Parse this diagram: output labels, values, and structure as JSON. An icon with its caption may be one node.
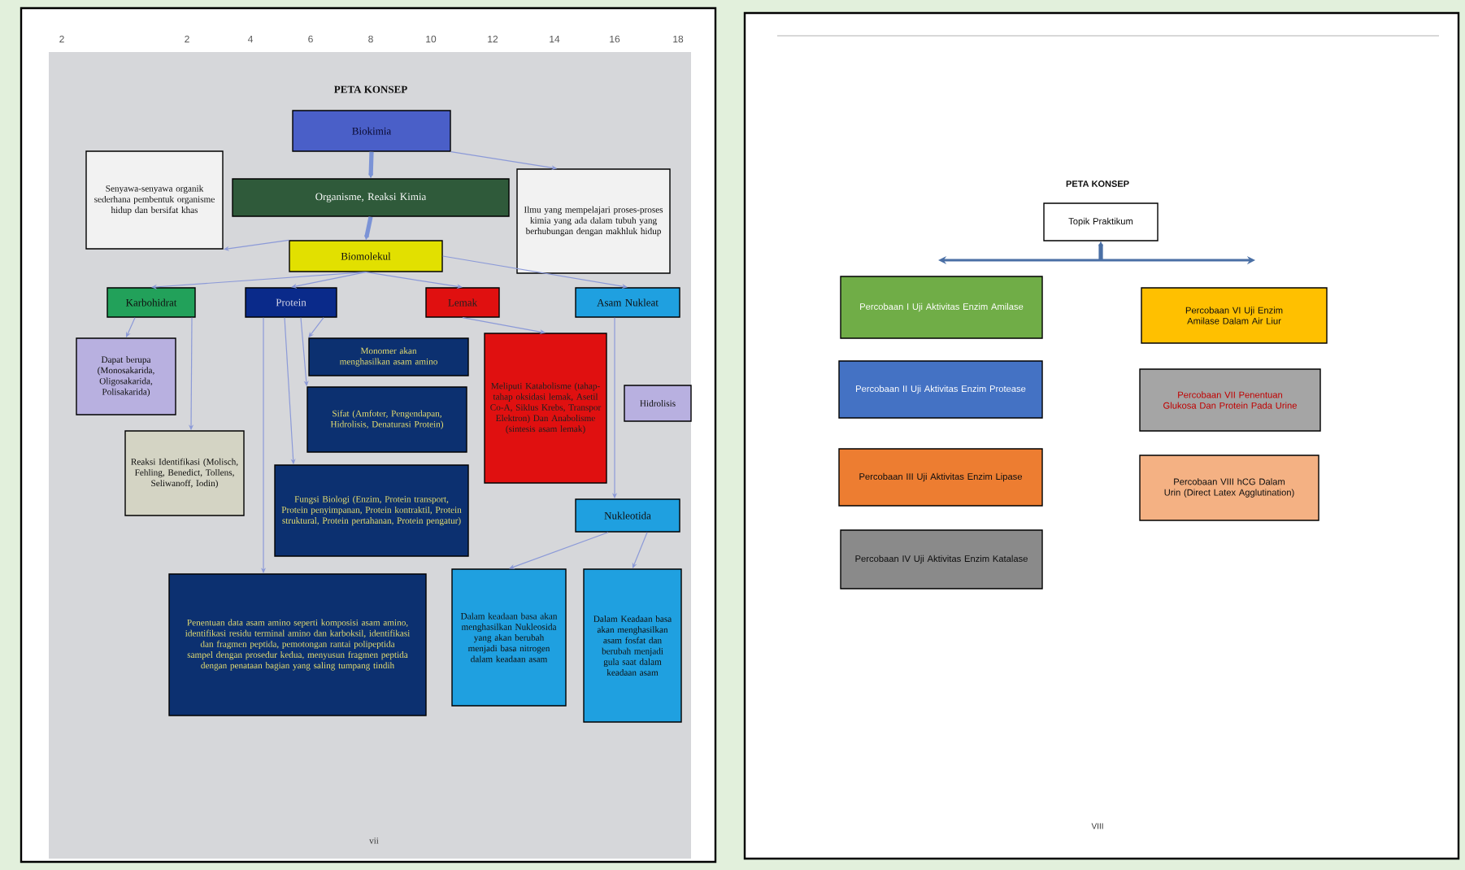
{
  "diagram": {
    "nodes": [
      {
        "text": [
          "Biokimia"
        ]
      },
      {
        "text": [
          "Organisme, Reaksi Kimia"
        ]
      },
      {
        "text": [
          "Biomolekul"
        ]
      },
      {
        "text": [
          "Senyawa-senyawa organik sederhana pembentuk organisme hidup dan bersifat khas"
        ]
      },
      {
        "text": [
          "Ilmu yang mempelajari proses-proses kimia yang ada dalam tubuh yang berhubungan dengan makhluk hidup"
        ]
      },
      {
        "text": [
          "Karbohidrat"
        ]
      },
      {
        "text": [
          "Protein"
        ]
      },
      {
        "text": [
          "Lemak"
        ]
      },
      {
        "text": [
          "Asam Nukleat"
        ]
      },
      {
        "text": [
          "Dapat berupa (Monosakarida, Oligosakarida, Polisakarida)"
        ]
      },
      {
        "text": [
          "Reaksi Identifikasi (Molisch, Fehling, Benedict, Tollens, Seliwanoff, Iodin)"
        ]
      },
      {
        "text": [
          "Monomer akan menghasilkan asam amino"
        ]
      },
      {
        "text": [
          "Sifat (Amfoter, Pengendapan, Hidrolisis, Denaturasi Protein)"
        ]
      },
      {
        "text": [
          "Fungsi Biologi (Enzim, Protein transport, Protein penyimpanan, Protein kontraktil, Protein struktural, Protein pertahanan, Protein pengatur)"
        ]
      },
      {
        "text": [
          "Penentuan data asam amino seperti komposisi asam amino, identifikasi residu terminal amino dan karboksil, identifikasi dan fragmen peptida, pemotongan rantai polipeptida sampel dengan prosedur kedua, menyusun fragmen peptida dengan penataan bagian yang saling tumpang tindih"
        ]
      },
      {
        "text": [
          "Meliputi Katabolisme (tahap-tahap oksidasi lemak, Asetil Co-A, Siklus Krebs, Transpor Elektron) Dan Anabolisme (sintesis asam lemak)"
        ]
      },
      {
        "text": [
          "Hidrolisis"
        ]
      },
      {
        "text": [
          "Nukleotida"
        ]
      },
      {
        "text": [
          "Dalam keadaan basa akan menghasilkan Nukleosida yang akan berubah menjadi basa nitrogen dalam keadaan asam"
        ]
      },
      {
        "text": [
          "Dalam Keadaan basa akan menghasilkan asam fosfat dan berubah menjadi gula saat dalam keadaan asam"
        ]
      },
      {
        "text": [
          "Topik Praktikum"
        ]
      },
      {
        "text": [
          "Percobaan I Uji Aktivitas Enzim Amilase"
        ]
      },
      {
        "text": [
          "Percobaan II Uji Aktivitas Enzim Protease"
        ]
      },
      {
        "text": [
          "Percobaan III Uji Aktivitas Enzim Lipase"
        ]
      },
      {
        "text": [
          "Percobaan IV Uji Aktivitas Enzim Katalase"
        ]
      },
      {
        "text": [
          "Percobaan VI Uji Enzim Amilase Dalam Air Liur"
        ]
      },
      {
        "text": [
          "Percobaan VII Penentuan Glukosa Dan Protein Pada Urine"
        ]
      },
      {
        "text": [
          "Percobaan VIII hCG Dalam Urin (Direct Latex Agglutination)"
        ]
      }
    ],
    "edges": [
      {
        "from": 0,
        "to": 1,
        "arrow": "to",
        "style": "thick"
      },
      {
        "from": 1,
        "to": 2,
        "arrow": "to",
        "style": "thick"
      },
      {
        "from": 0,
        "to": 4,
        "arrow": "to"
      },
      {
        "from": 2,
        "to": 3,
        "arrow": "to"
      },
      {
        "from": 2,
        "to": 5,
        "arrow": "to"
      },
      {
        "from": 2,
        "to": 6,
        "arrow": "to"
      },
      {
        "from": 2,
        "to": 7,
        "arrow": "to"
      },
      {
        "from": 2,
        "to": 8,
        "arrow": "to"
      },
      {
        "from": 5,
        "to": 9,
        "arrow": "to"
      },
      {
        "from": 5,
        "to": 10,
        "arrow": "to"
      },
      {
        "from": 6,
        "to": 11,
        "arrow": "to"
      },
      {
        "from": 6,
        "to": 12,
        "arrow": "to"
      },
      {
        "from": 6,
        "to": 13,
        "arrow": "to"
      },
      {
        "from": 6,
        "to": 14,
        "arrow": "to"
      },
      {
        "from": 7,
        "to": 15,
        "arrow": "to"
      },
      {
        "from": 8,
        "to": 17,
        "arrow": "to"
      },
      {
        "from": 17,
        "to": 18,
        "arrow": "to"
      },
      {
        "from": 17,
        "to": 19,
        "arrow": "to"
      },
      {
        "from": null,
        "to": 20,
        "arrow": "to",
        "style": "thick"
      }
    ],
    "labels": [
      "2",
      "2",
      "4",
      "6",
      "8",
      "10",
      "12",
      "14",
      "16",
      "18",
      "PETA KONSEP",
      "vii",
      "PETA KONSEP",
      "VIII"
    ]
  }
}
